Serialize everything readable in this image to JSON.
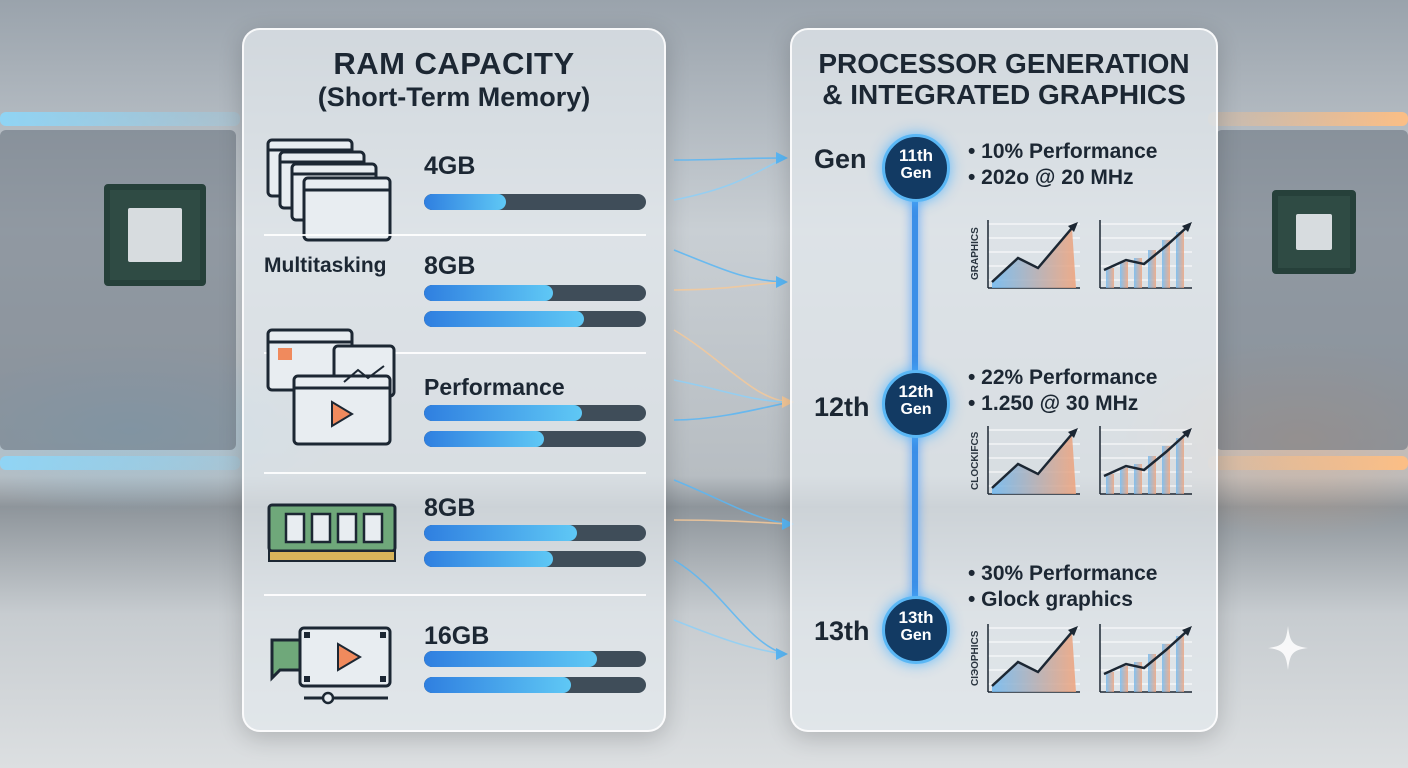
{
  "ram": {
    "title": "RAM CAPACITY",
    "subtitle": "(Short-Term Memory)",
    "side_label": "Multitasking",
    "rows": [
      {
        "icon": "stacked-windows-icon",
        "label": "4GB",
        "bars": [
          0.37
        ]
      },
      {
        "icon": "stacked-windows-icon",
        "label": "8GB",
        "bars": [
          0.58,
          0.72
        ]
      },
      {
        "icon": "media-windows-icon",
        "label": "Performance",
        "bars": [
          0.71,
          0.54
        ]
      },
      {
        "icon": "memory-module-icon",
        "label": "8GB",
        "bars": [
          0.69,
          0.58
        ]
      },
      {
        "icon": "video-chat-icon",
        "label": "16GB",
        "bars": [
          0.78,
          0.66
        ]
      }
    ]
  },
  "processor": {
    "title_line1": "PROCESSOR GENERATION",
    "title_line2": "& INTEGRATED GRAPHICS",
    "gens": [
      {
        "label": "Gen",
        "num": "11th",
        "word": "Gen",
        "stats": [
          "• 10% Performance",
          "• 202o @ 20 MHz"
        ],
        "chart_label": "GRAPHICS"
      },
      {
        "label": "12th",
        "num": "12th",
        "word": "Gen",
        "stats": [
          "• 22% Performance",
          "• 1.250 @ 30 MHz"
        ],
        "chart_label": "CLOCKIFCS"
      },
      {
        "label": "13th",
        "num": "13th",
        "word": "Gen",
        "stats": [
          "• 30% Performance",
          "• Glock graphics"
        ],
        "chart_label": "CIЭOPHICS"
      }
    ]
  },
  "colors": {
    "bar_fill_start": "#2f7fe0",
    "bar_fill_end": "#5fc8f5",
    "bar_track": "#3f4d59",
    "gen_circle": "#123a63",
    "timeline": "#3b8fe8"
  }
}
